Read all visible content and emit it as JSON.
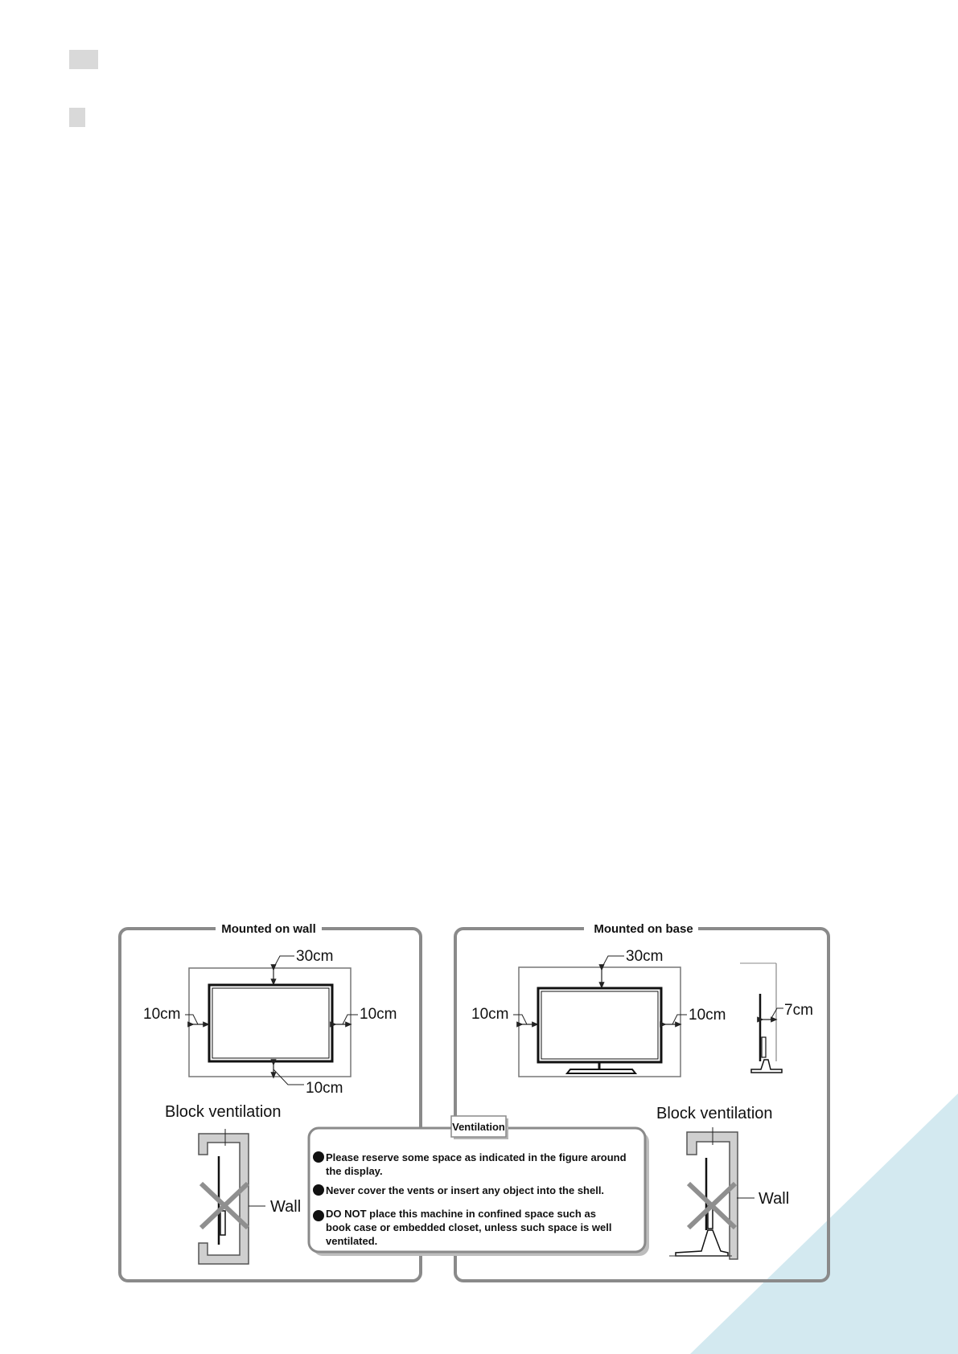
{
  "colors": {
    "accent_triangle": "#d3e9f0",
    "frame_gray": "#8a8a8a",
    "marker_gray": "#d9d9d9"
  },
  "wall_panel": {
    "title": "Mounted on wall",
    "dim_top": "30cm",
    "dim_left": "10cm",
    "dim_right": "10cm",
    "dim_bottom": "10cm",
    "block_label": "Block ventilation",
    "wall_label": "Wall"
  },
  "base_panel": {
    "title": "Mounted on base",
    "dim_top": "30cm",
    "dim_left": "10cm",
    "dim_right": "10cm",
    "dim_side": "7cm",
    "block_label": "Block ventilation",
    "wall_label": "Wall"
  },
  "ventilation_box": {
    "title": "Ventilation",
    "bullet1_line1": "Please reserve some space as indicated in the figure around",
    "bullet1_line2": "the display.",
    "bullet2_line1": "Never cover the vents or insert any object into the shell.",
    "bullet3_line1": "DO NOT place this machine in confined space such as",
    "bullet3_line2": "book case or embedded closet, unless such space is well",
    "bullet3_line3": "ventilated."
  }
}
